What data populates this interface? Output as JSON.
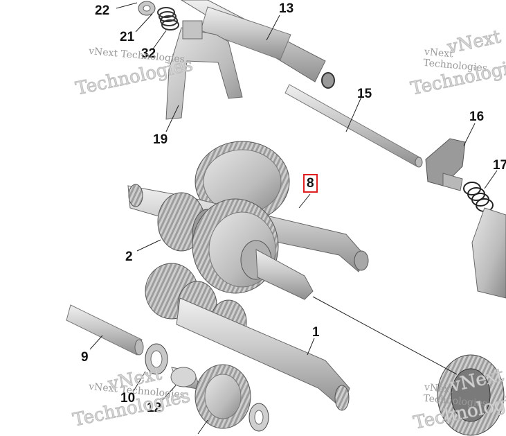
{
  "callouts": {
    "c22": "22",
    "c13": "13",
    "c21": "21",
    "c32": "32",
    "c15": "15",
    "c16": "16",
    "c19": "19",
    "c8": "8",
    "c17": "17",
    "c2": "2",
    "c1": "1",
    "c9": "9",
    "c10": "10",
    "c12": "12"
  },
  "watermark": {
    "line1": "vNext Technologies",
    "line2": "vNext",
    "line3": "Technologies"
  },
  "colors": {
    "part_light": "#d9d9d9",
    "part_mid": "#b5b5b5",
    "part_dark": "#8c8c8c",
    "highlight_box": "#e02020"
  }
}
